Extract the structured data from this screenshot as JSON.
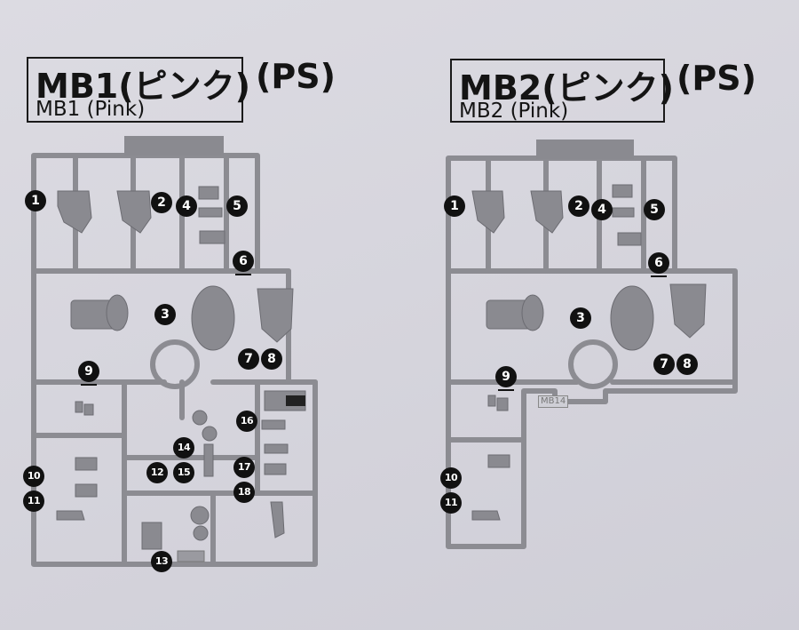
{
  "sheets": [
    {
      "id": "mb1",
      "title": "MB1(ピンク)",
      "subtitle": "MB1 (Pink)",
      "material": "(PS)",
      "callouts": [
        "1",
        "2",
        "3",
        "4",
        "5",
        "6",
        "7",
        "8",
        "9",
        "10",
        "11",
        "12",
        "13",
        "14",
        "15",
        "16",
        "17",
        "18"
      ]
    },
    {
      "id": "mb2",
      "title": "MB2(ピンク)",
      "subtitle": "MB2 (Pink)",
      "material": "(PS)",
      "callouts": [
        "1",
        "2",
        "3",
        "4",
        "5",
        "6",
        "7",
        "8",
        "9",
        "10",
        "11"
      ]
    }
  ],
  "colors": {
    "paper": "#d6d5dc",
    "runner_line": "#8c8c92",
    "part_fill": "#8a8a90",
    "ink": "#111111"
  }
}
